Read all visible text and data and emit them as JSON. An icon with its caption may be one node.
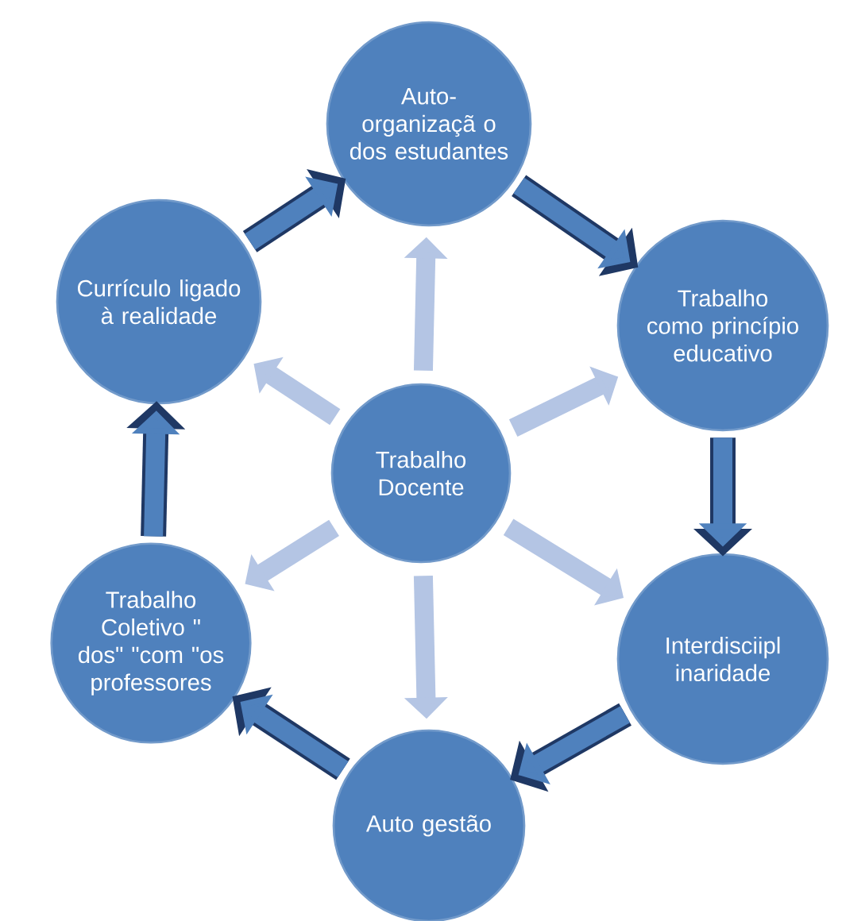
{
  "diagram": {
    "nodes": [
      {
        "text": [
          "Auto-organizaçã o dos estudantes"
        ]
      },
      {
        "text": [
          "Currículo ligado à realidade"
        ]
      },
      {
        "text": [
          "Trabalho como princípio educativo"
        ]
      },
      {
        "text": [
          "Trabalho Docente"
        ]
      },
      {
        "text": [
          "Trabalho Coletivo \" dos\" \"com \"os professores"
        ]
      },
      {
        "text": [
          "Interdisciipl inaridade"
        ]
      },
      {
        "text": [
          "Auto gestão"
        ]
      }
    ],
    "edges": [
      {
        "from": 0,
        "to": 2,
        "arrow": "to"
      },
      {
        "from": 2,
        "to": 5,
        "arrow": "to"
      },
      {
        "from": 5,
        "to": 6,
        "arrow": "to"
      },
      {
        "from": 6,
        "to": 4,
        "arrow": "to"
      },
      {
        "from": 4,
        "to": 1,
        "arrow": "to"
      },
      {
        "from": 1,
        "to": 0,
        "arrow": "to"
      },
      {
        "from": 3,
        "to": 0,
        "arrow": "to",
        "color": "#b4c5e4"
      },
      {
        "from": 3,
        "to": 2,
        "arrow": "to",
        "color": "#b4c5e4"
      },
      {
        "from": 3,
        "to": 5,
        "arrow": "to",
        "color": "#b4c5e4"
      },
      {
        "from": 3,
        "to": 6,
        "arrow": "to",
        "color": "#b4c5e4"
      },
      {
        "from": 3,
        "to": 4,
        "arrow": "to",
        "color": "#b4c5e4"
      },
      {
        "from": 3,
        "to": 1,
        "arrow": "to",
        "color": "#b4c5e4"
      }
    ]
  }
}
